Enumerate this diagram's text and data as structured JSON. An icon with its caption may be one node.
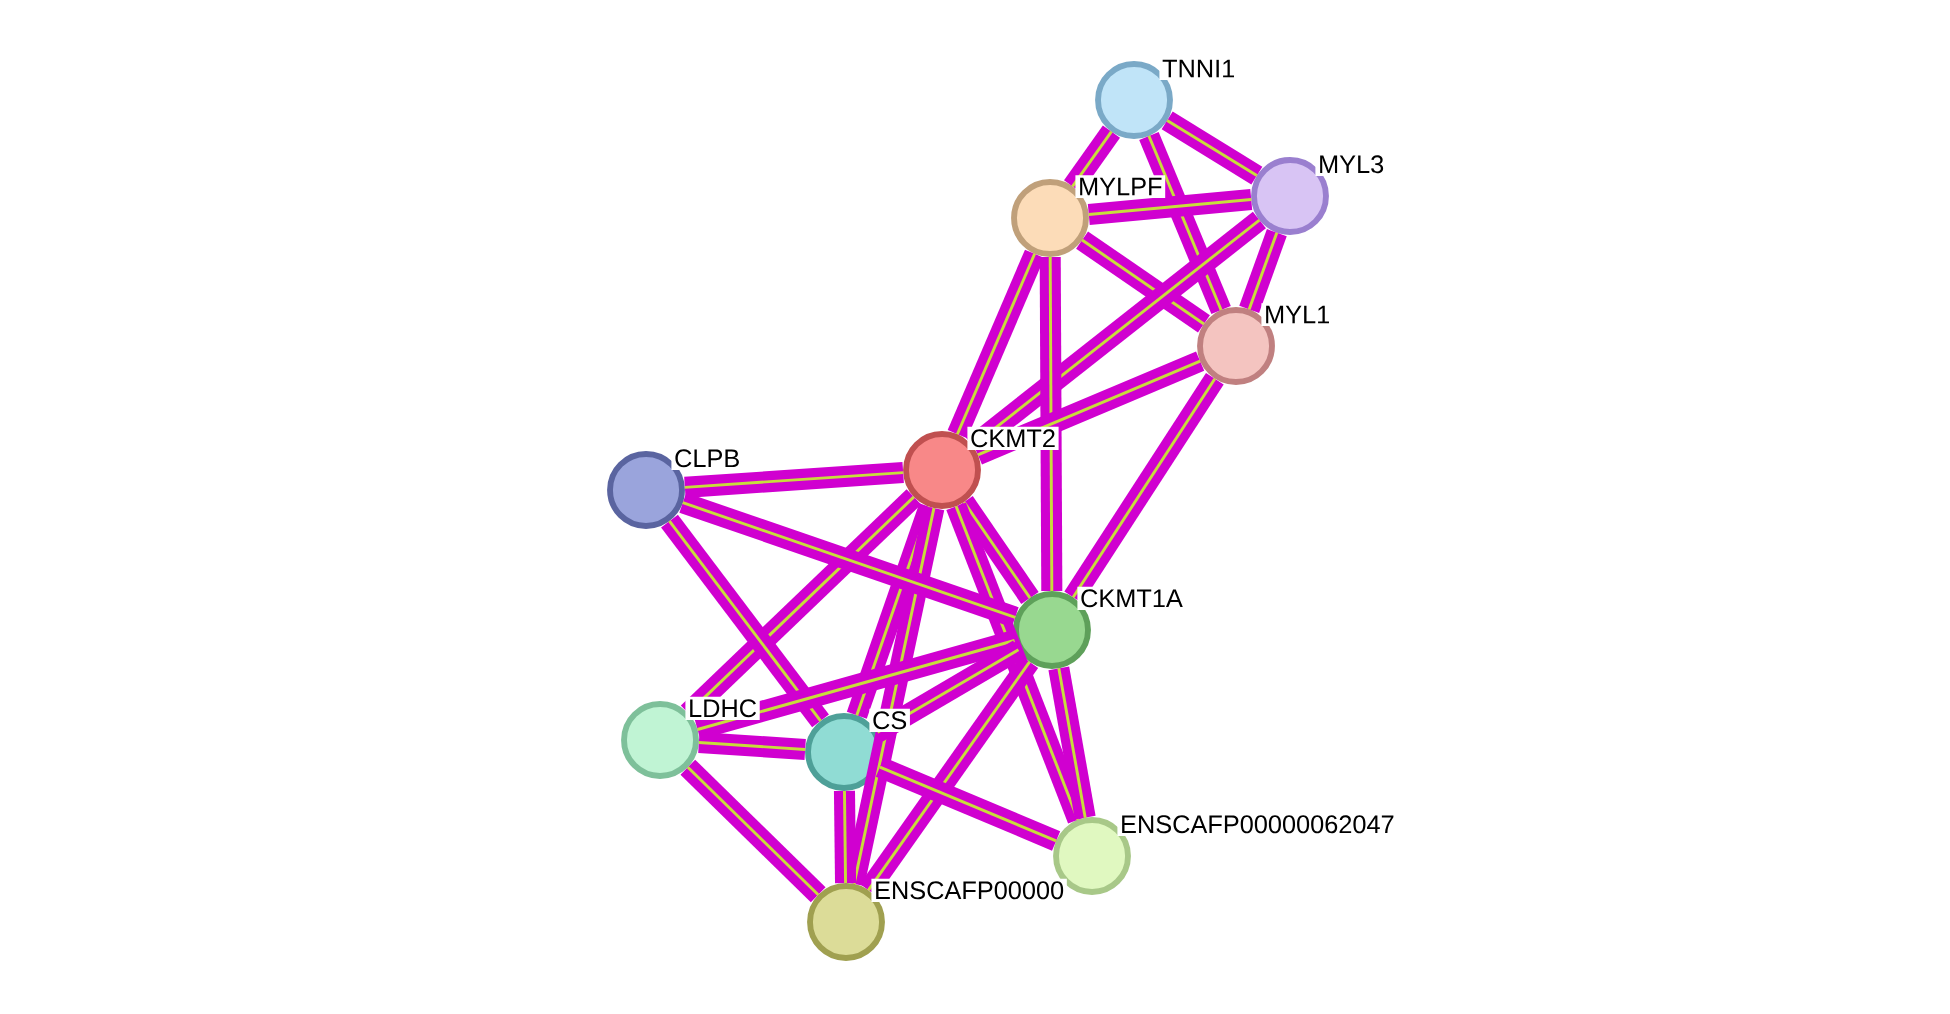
{
  "diagram": {
    "nodes": [
      {
        "text": [],
        "shape": "circle",
        "beside": [
          "TNNI1"
        ]
      },
      {
        "text": [],
        "shape": "circle",
        "beside": [
          "MYL3"
        ]
      },
      {
        "text": [],
        "shape": "circle",
        "beside": [
          "MYLPF"
        ]
      },
      {
        "text": [],
        "shape": "circle",
        "beside": [
          "MYL1"
        ]
      },
      {
        "text": [],
        "shape": "circle",
        "beside": [
          "CKMT2"
        ]
      },
      {
        "text": [],
        "shape": "circle",
        "beside": [
          "CLPB"
        ]
      },
      {
        "text": [],
        "shape": "circle",
        "beside": [
          "CKMT1A"
        ]
      },
      {
        "text": [],
        "shape": "circle",
        "beside": [
          "LDHC"
        ]
      },
      {
        "text": [],
        "shape": "circle",
        "beside": [
          "CS"
        ]
      },
      {
        "text": [],
        "shape": "circle",
        "beside": [
          "ENSCAFP00000062047"
        ]
      },
      {
        "text": [],
        "shape": "circle",
        "beside": [
          "ENSCAFP00000"
        ]
      }
    ],
    "edges": [
      {
        "from": 0,
        "to": 2,
        "arrow": "none"
      },
      {
        "from": 0,
        "to": 1,
        "arrow": "none"
      },
      {
        "from": 0,
        "to": 3,
        "arrow": "none"
      },
      {
        "from": 2,
        "to": 1,
        "arrow": "none"
      },
      {
        "from": 2,
        "to": 3,
        "arrow": "none"
      },
      {
        "from": 1,
        "to": 3,
        "arrow": "none"
      },
      {
        "from": 1,
        "to": 4,
        "arrow": "none"
      },
      {
        "from": 2,
        "to": 4,
        "arrow": "none"
      },
      {
        "from": 2,
        "to": 6,
        "arrow": "none"
      },
      {
        "from": 3,
        "to": 4,
        "arrow": "none"
      },
      {
        "from": 3,
        "to": 6,
        "arrow": "none"
      },
      {
        "from": 4,
        "to": 5,
        "arrow": "none"
      },
      {
        "from": 4,
        "to": 6,
        "arrow": "none"
      },
      {
        "from": 4,
        "to": 7,
        "arrow": "none"
      },
      {
        "from": 4,
        "to": 8,
        "arrow": "none"
      },
      {
        "from": 4,
        "to": 10,
        "arrow": "none"
      },
      {
        "from": 4,
        "to": 9,
        "arrow": "none"
      },
      {
        "from": 5,
        "to": 6,
        "arrow": "none"
      },
      {
        "from": 5,
        "to": 8,
        "arrow": "none"
      },
      {
        "from": 6,
        "to": 7,
        "arrow": "none"
      },
      {
        "from": 6,
        "to": 8,
        "arrow": "none"
      },
      {
        "from": 6,
        "to": 9,
        "arrow": "none"
      },
      {
        "from": 6,
        "to": 10,
        "arrow": "none"
      },
      {
        "from": 7,
        "to": 8,
        "arrow": "none"
      },
      {
        "from": 7,
        "to": 10,
        "arrow": "none"
      },
      {
        "from": 8,
        "to": 9,
        "arrow": "none"
      },
      {
        "from": 8,
        "to": 10,
        "arrow": "none"
      }
    ]
  }
}
